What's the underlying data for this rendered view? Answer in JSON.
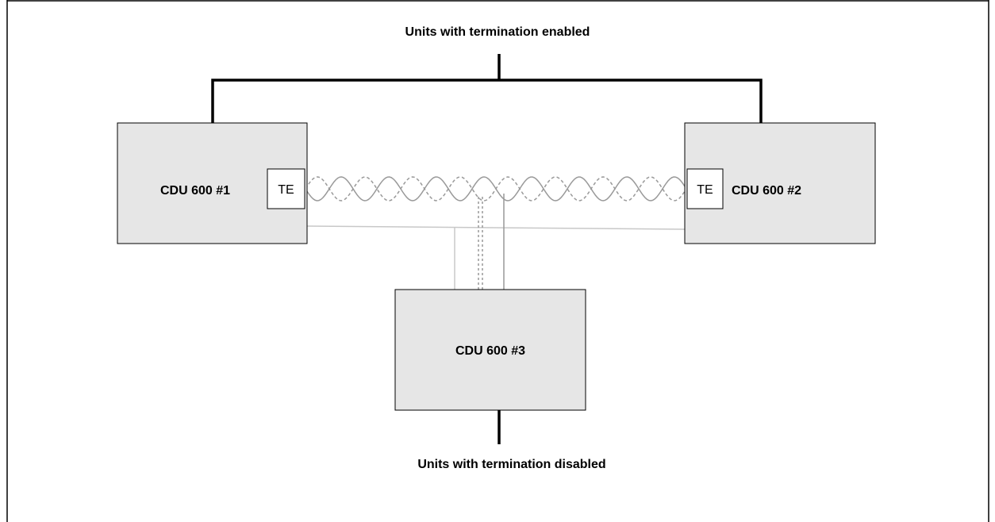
{
  "captions": {
    "top": "Units with termination enabled",
    "bottom": "Units with termination disabled"
  },
  "units": [
    {
      "label": "CDU 600 #1",
      "termination": "TE"
    },
    {
      "label": "CDU 600 #2",
      "termination": "TE"
    },
    {
      "label": "CDU 600 #3"
    }
  ],
  "colors": {
    "box_fill": "#e6e6e6",
    "box_stroke": "#000000",
    "bracket": "#000000",
    "cable_solid": "#999999",
    "cable_dashed": "#999999",
    "ground_line": "#c8c8c8"
  }
}
